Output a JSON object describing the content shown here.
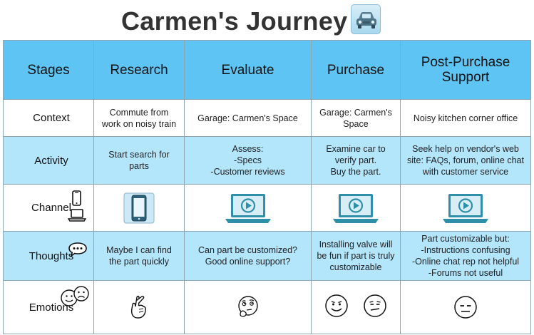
{
  "title": "Carmen's Journey",
  "header": {
    "stages": "Stages",
    "columns": [
      "Research",
      "Evaluate",
      "Purchase",
      "Post-Purchase Support"
    ]
  },
  "rows": {
    "context": {
      "label": "Context",
      "cells": [
        "Commute from work on noisy train",
        "Garage: Carmen's Space",
        "Garage: Carmen's Space",
        "Noisy kitchen corner office"
      ]
    },
    "activity": {
      "label": "Activity",
      "cells": [
        [
          "Start search for parts"
        ],
        [
          "Assess:",
          "-Specs",
          "-Customer reviews"
        ],
        [
          "Examine car to verify part.",
          "Buy the part."
        ],
        [
          "Seek help on vendor's web site: FAQs, forum, online chat with customer service"
        ]
      ]
    },
    "channel": {
      "label": "Channel",
      "icons": [
        "tablet-icon",
        "laptop-video-icon",
        "laptop-video-icon",
        "laptop-video-icon"
      ]
    },
    "thoughts": {
      "label": "Thoughts",
      "cells": [
        [
          "Maybe I can find the part quickly"
        ],
        [
          "Can part be customized?",
          "Good online support?"
        ],
        [
          "Installing valve will be fun if part is truly customizable"
        ],
        [
          "Part customizable but:",
          "-Instructions confusing",
          "-Online chat rep not helpful",
          "-Forums not useful"
        ]
      ]
    },
    "emotions": {
      "label": "Emotions",
      "icons": [
        [
          "crossed-fingers-icon"
        ],
        [
          "thinking-face-icon"
        ],
        [
          "smiling-face-icon",
          "skeptical-face-icon"
        ],
        [
          "neutral-face-icon"
        ]
      ]
    }
  },
  "colors": {
    "header": "#5ec4f4",
    "row_blue": "#b3e5fb",
    "laptop": "#2f8fa8",
    "border": "#8ea6b2"
  }
}
